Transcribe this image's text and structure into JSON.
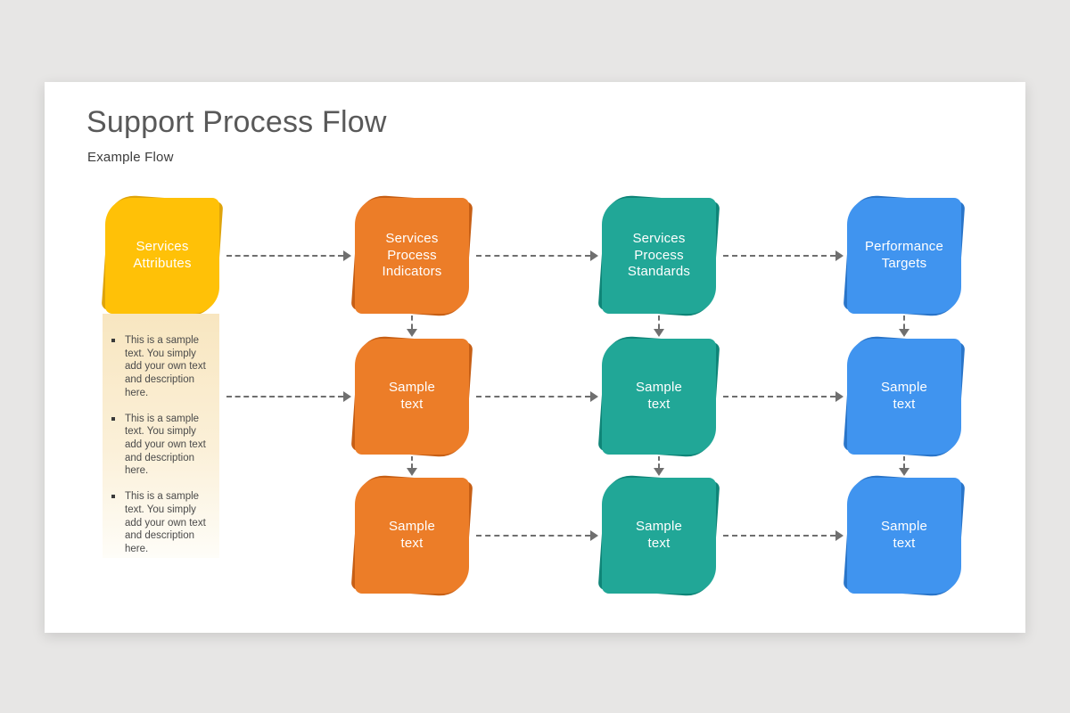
{
  "canvas": {
    "background_color": "#e7e6e5",
    "slide_color": "#ffffff",
    "arrow_color": "#6f6f6f"
  },
  "header": {
    "title": "Support Process Flow",
    "subtitle": "Example Flow"
  },
  "notes_panel": {
    "bullets": [
      "This is a sample text. You simply add your own text and description here.",
      "This is a sample text. You simply add your own text and description here.",
      "This is a sample text. You simply add your own text and description here."
    ],
    "background_top": "#f8e6c0",
    "background_bottom": "#fefdf8"
  },
  "nodes": [
    {
      "id": "services-attributes",
      "lines": [
        "Services",
        "Attributes"
      ],
      "color": "#FFC107",
      "shadow_color": "#DFA40B",
      "row": 1,
      "col": 1
    },
    {
      "id": "services-process-indicators",
      "lines": [
        "Services",
        "Process",
        "Indicators"
      ],
      "color": "#EC7D28",
      "shadow_color": "#C75F15",
      "row": 1,
      "col": 2
    },
    {
      "id": "services-process-standards",
      "lines": [
        "Services",
        "Process",
        "Standards"
      ],
      "color": "#21A797",
      "shadow_color": "#0F8578",
      "row": 1,
      "col": 3
    },
    {
      "id": "performance-targets",
      "lines": [
        "Performance",
        "Targets"
      ],
      "color": "#4094EF",
      "shadow_color": "#2A75C9",
      "row": 1,
      "col": 4
    },
    {
      "id": "sample-text-orange-row2",
      "lines": [
        "Sample",
        "text"
      ],
      "color": "#EC7D28",
      "shadow_color": "#C75F15",
      "row": 2,
      "col": 2
    },
    {
      "id": "sample-text-teal-row2",
      "lines": [
        "Sample",
        "text"
      ],
      "color": "#21A797",
      "shadow_color": "#0F8578",
      "row": 2,
      "col": 3
    },
    {
      "id": "sample-text-blue-row2",
      "lines": [
        "Sample",
        "text"
      ],
      "color": "#4094EF",
      "shadow_color": "#2A75C9",
      "row": 2,
      "col": 4
    },
    {
      "id": "sample-text-orange-row3",
      "lines": [
        "Sample",
        "text"
      ],
      "color": "#EC7D28",
      "shadow_color": "#C75F15",
      "row": 3,
      "col": 2
    },
    {
      "id": "sample-text-teal-row3",
      "lines": [
        "Sample",
        "text"
      ],
      "color": "#21A797",
      "shadow_color": "#0F8578",
      "row": 3,
      "col": 3
    },
    {
      "id": "sample-text-blue-row3",
      "lines": [
        "Sample",
        "text"
      ],
      "color": "#4094EF",
      "shadow_color": "#2A75C9",
      "row": 3,
      "col": 4
    }
  ],
  "connections": [
    {
      "from": "services-attributes",
      "to": "services-process-indicators",
      "style": "dashed"
    },
    {
      "from": "services-process-indicators",
      "to": "services-process-standards",
      "style": "dashed"
    },
    {
      "from": "services-process-standards",
      "to": "performance-targets",
      "style": "dashed"
    },
    {
      "from": "notes-panel",
      "to": "sample-text-orange-row2",
      "style": "dashed"
    },
    {
      "from": "sample-text-orange-row2",
      "to": "sample-text-teal-row2",
      "style": "dashed"
    },
    {
      "from": "sample-text-teal-row2",
      "to": "sample-text-blue-row2",
      "style": "dashed"
    },
    {
      "from": "sample-text-orange-row3",
      "to": "sample-text-teal-row3",
      "style": "dashed"
    },
    {
      "from": "sample-text-teal-row3",
      "to": "sample-text-blue-row3",
      "style": "dashed"
    },
    {
      "from": "services-process-indicators",
      "to": "sample-text-orange-row2",
      "style": "dashed"
    },
    {
      "from": "services-process-standards",
      "to": "sample-text-teal-row2",
      "style": "dashed"
    },
    {
      "from": "performance-targets",
      "to": "sample-text-blue-row2",
      "style": "dashed"
    },
    {
      "from": "sample-text-orange-row2",
      "to": "sample-text-orange-row3",
      "style": "dashed"
    },
    {
      "from": "sample-text-teal-row2",
      "to": "sample-text-teal-row3",
      "style": "dashed"
    },
    {
      "from": "sample-text-blue-row2",
      "to": "sample-text-blue-row3",
      "style": "dashed"
    }
  ]
}
